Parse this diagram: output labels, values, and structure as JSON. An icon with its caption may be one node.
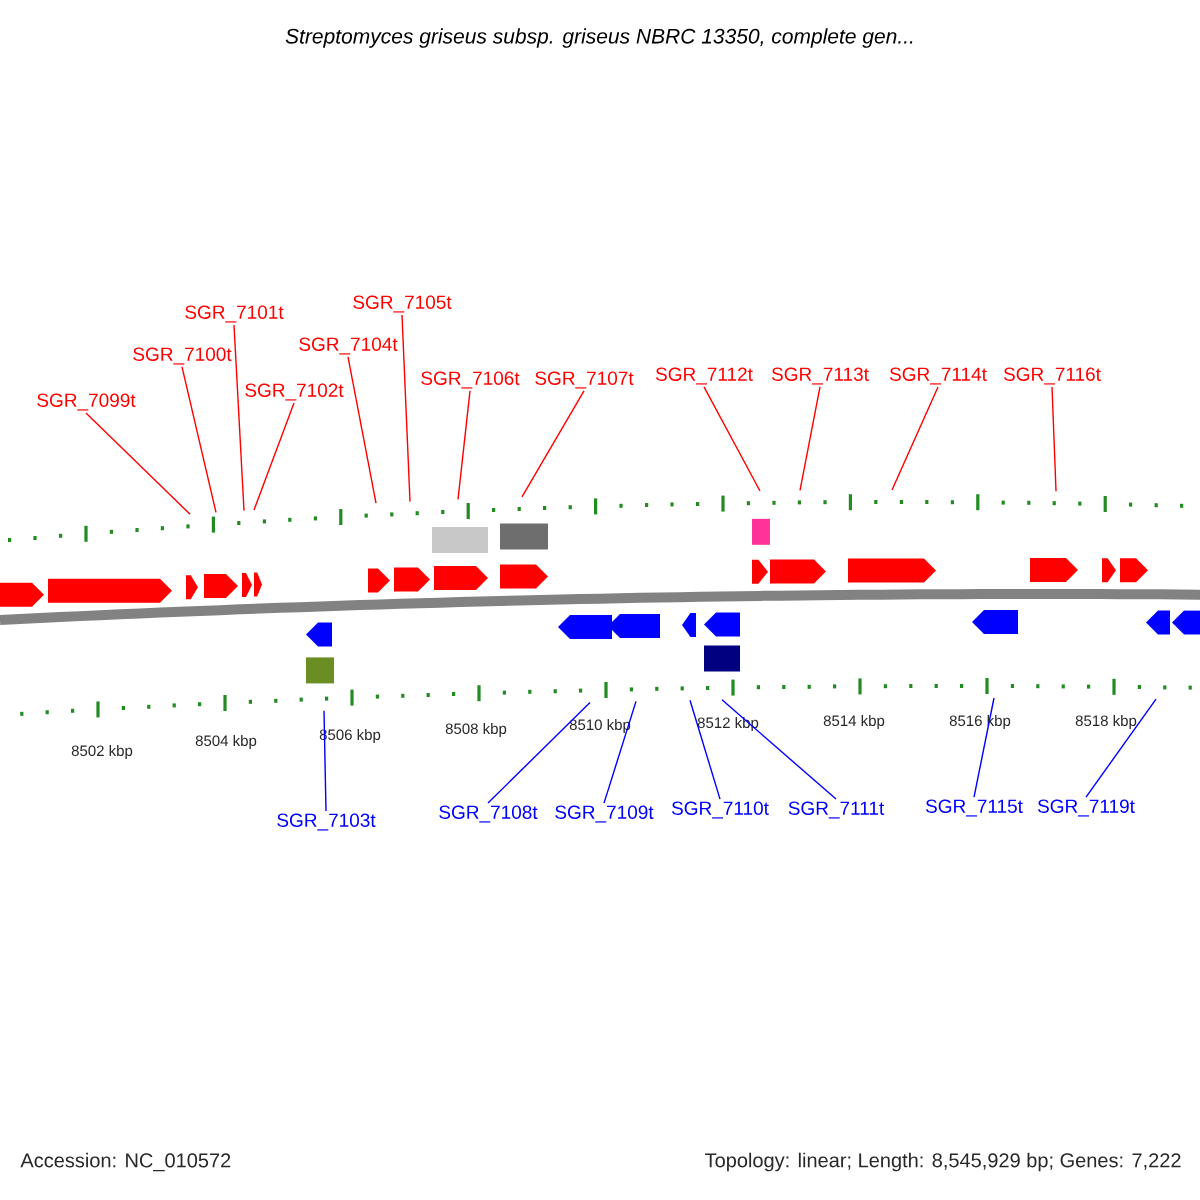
{
  "diagram": {
    "title": "Streptomyces griseus subsp. griseus NBRC 13350, complete gen...",
    "nodes": [
      {
        "text": [
          "SGR_7099t"
        ]
      },
      {
        "text": [
          "SGR_7100t"
        ]
      },
      {
        "text": [
          "SGR_7101t"
        ]
      },
      {
        "text": [
          "SGR_7102t"
        ]
      },
      {
        "text": [
          "SGR_7104t"
        ]
      },
      {
        "text": [
          "SGR_7105t"
        ]
      },
      {
        "text": [
          "SGR_7106t"
        ]
      },
      {
        "text": [
          "SGR_7107t"
        ]
      },
      {
        "text": [
          "SGR_7112t"
        ]
      },
      {
        "text": [
          "SGR_7113t"
        ]
      },
      {
        "text": [
          "SGR_7114t"
        ]
      },
      {
        "text": [
          "SGR_7116t"
        ]
      },
      {
        "text": [
          "SGR_7103t"
        ]
      },
      {
        "text": [
          "SGR_7108t"
        ]
      },
      {
        "text": [
          "SGR_7109t"
        ]
      },
      {
        "text": [
          "SGR_7110t"
        ]
      },
      {
        "text": [
          "SGR_7111t"
        ]
      },
      {
        "text": [
          "SGR_7115t"
        ]
      },
      {
        "text": [
          "SGR_7119t"
        ]
      }
    ],
    "edges": [
      {
        "from": 0,
        "to": null,
        "arrow": "none"
      },
      {
        "from": 1,
        "to": null,
        "arrow": "none"
      },
      {
        "from": 2,
        "to": null,
        "arrow": "none"
      },
      {
        "from": 3,
        "to": null,
        "arrow": "none"
      },
      {
        "from": 4,
        "to": null,
        "arrow": "none"
      },
      {
        "from": 5,
        "to": null,
        "arrow": "none"
      },
      {
        "from": 6,
        "to": null,
        "arrow": "none"
      },
      {
        "from": 7,
        "to": null,
        "arrow": "none"
      },
      {
        "from": 8,
        "to": null,
        "arrow": "none"
      },
      {
        "from": 9,
        "to": null,
        "arrow": "none"
      },
      {
        "from": 10,
        "to": null,
        "arrow": "none"
      },
      {
        "from": 11,
        "to": null,
        "arrow": "none"
      },
      {
        "from": 12,
        "to": null,
        "arrow": "none",
        "color": "#0000ff"
      },
      {
        "from": 13,
        "to": null,
        "arrow": "none",
        "color": "#0000ff"
      },
      {
        "from": 14,
        "to": null,
        "arrow": "none",
        "color": "#0000ff"
      },
      {
        "from": 15,
        "to": null,
        "arrow": "none",
        "color": "#0000ff"
      },
      {
        "from": 16,
        "to": null,
        "arrow": "none",
        "color": "#0000ff"
      },
      {
        "from": 17,
        "to": null,
        "arrow": "none",
        "color": "#0000ff"
      },
      {
        "from": 18,
        "to": null,
        "arrow": "none",
        "color": "#0000ff"
      }
    ],
    "labels": [
      "8502 kbp",
      "8504 kbp",
      "8506 kbp",
      "8508 kbp",
      "8510 kbp",
      "8512 kbp",
      "8514 kbp",
      "8516 kbp",
      "8518 kbp",
      "Accession: NC_010572",
      "Topology: linear; Length: 8,545,929 bp; Genes: 7,222"
    ]
  }
}
